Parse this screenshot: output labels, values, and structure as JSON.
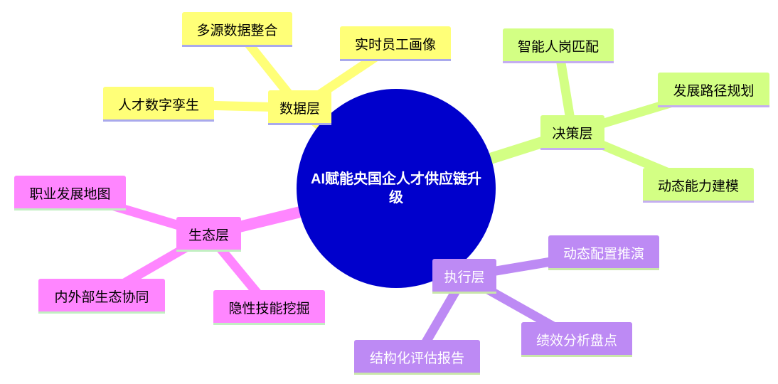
{
  "root": {
    "label": "AI赋能央国企人才供应链升级",
    "fill": "#0000cc",
    "text_color": "#ffffff"
  },
  "branches": [
    {
      "label": "数据层",
      "fill": "#ffff78",
      "border": "#a9a9ec",
      "text_color": "#000000",
      "children": [
        "多源数据整合",
        "实时员工画像",
        "人才数字孪生"
      ]
    },
    {
      "label": "决策层",
      "fill": "#d3ff84",
      "border": "#c4aef0",
      "text_color": "#000000",
      "children": [
        "智能人岗匹配",
        "发展路径规划",
        "动态能力建模"
      ]
    },
    {
      "label": "执行层",
      "fill": "#bd8af4",
      "border": "#c9e6aa",
      "text_color": "#ffffff",
      "children": [
        "动态配置推演",
        "绩效分析盘点",
        "结构化评估报告"
      ]
    },
    {
      "label": "生态层",
      "fill": "#ff86ff",
      "border": "#c2efc2",
      "text_color": "#000000",
      "children": [
        "职业发展地图",
        "内外部生态协同",
        "隐性技能挖掘"
      ]
    }
  ]
}
